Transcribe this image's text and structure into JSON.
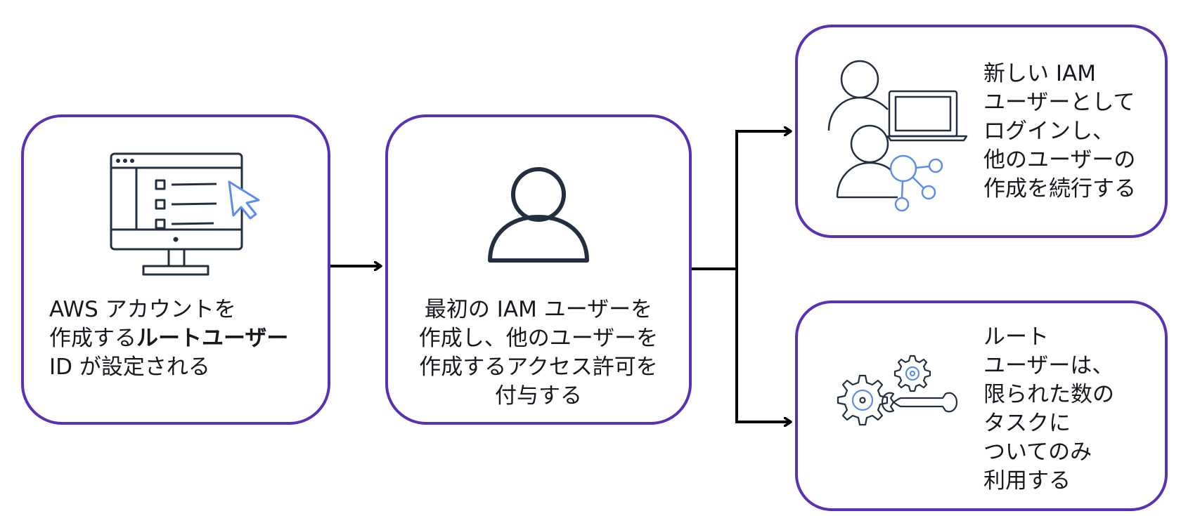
{
  "colors": {
    "box_border": "#5a30b5",
    "icon_stroke": "#232f3e",
    "icon_accent": "#5b8def",
    "arrow": "#000000"
  },
  "steps": {
    "root": {
      "icon": "monitor-with-cursor-icon",
      "line1": "AWS アカウントを",
      "line2_prefix": "作成する",
      "line2_bold": "ルートユーザー",
      "line3": "ID が設定される"
    },
    "first_iam": {
      "icon": "user-icon",
      "lines": [
        "最初の IAM ユーザーを",
        "作成し、他のユーザーを",
        "作成するアクセス許可を",
        "付与する"
      ]
    },
    "login": {
      "icon": "users-laptop-network-icon",
      "lines": [
        "新しい IAM",
        "ユーザーとして",
        "ログインし、",
        "他のユーザーの",
        "作成を続行する"
      ]
    },
    "limited": {
      "icon": "gears-wrench-icon",
      "lines": [
        "ルート",
        "ユーザーは、",
        "限られた数の",
        "タスクに",
        "ついてのみ",
        "利用する"
      ]
    }
  }
}
